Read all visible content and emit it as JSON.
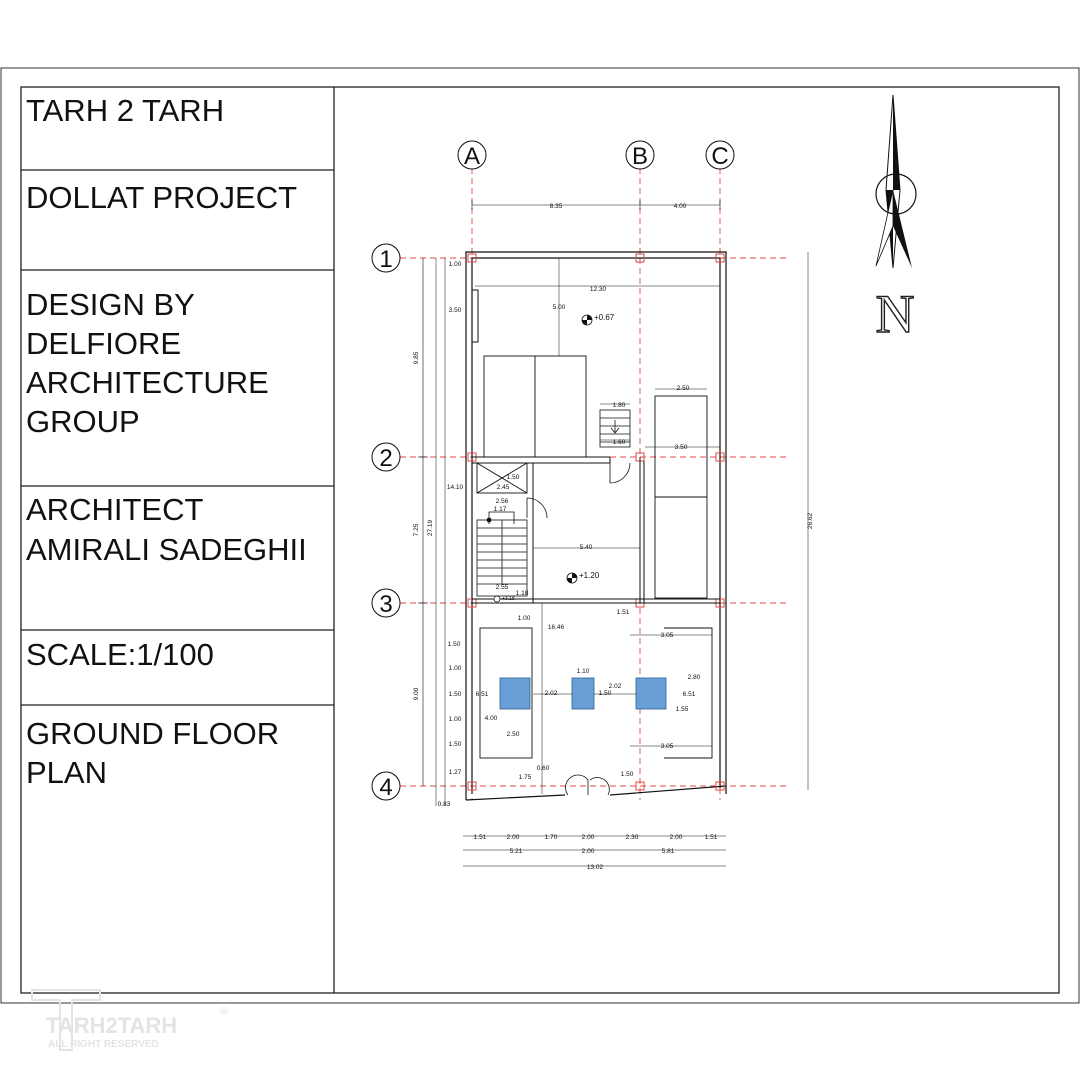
{
  "title_block": {
    "office": "TARH 2 TARH",
    "project": "DOLLAT PROJECT",
    "design_by": [
      "DESIGN BY",
      "DELFIORE",
      "ARCHITECTURE",
      "GROUP"
    ],
    "architect": [
      "ARCHITECT",
      "AMIRALI SADEGHII"
    ],
    "scale": "SCALE:1/100",
    "drawing": [
      "GROUND FLOOR",
      "PLAN"
    ]
  },
  "grid": {
    "columns": [
      "A",
      "B",
      "C"
    ],
    "rows": [
      "1",
      "2",
      "3",
      "4"
    ],
    "column_spacing": [
      "8.35",
      "4.00"
    ],
    "row_spacing": [
      "9.85",
      "7.25",
      "9.00"
    ]
  },
  "north_label": "N",
  "levels": [
    "+0.67",
    "+1.20"
  ],
  "dimensions": {
    "overall_width": "13.02",
    "overall_length_right": "26.62",
    "overall_length_left": "27.19",
    "bottom_row_1": [
      "1.51",
      "2.00",
      "1.70",
      "2.00",
      "2.30",
      "2.00",
      "1.51"
    ],
    "bottom_row_2": [
      "5.21",
      "2.00",
      "5.81"
    ],
    "left_upper": [
      "1.00",
      "3.50"
    ],
    "left_stack": [
      "1.50",
      "1.00",
      "1.50",
      "1.00",
      "1.50",
      "1.27",
      "0.83"
    ],
    "left_mid": "14.10",
    "top_width": "12.30",
    "top_depth": "5.00",
    "stair_dims": [
      "1.80",
      "1.60"
    ],
    "right_block": [
      "2.50",
      "3.50"
    ],
    "stair_core": [
      "1.50",
      "2.45",
      "2.56",
      "1.17",
      "2.55",
      "1.18"
    ],
    "mid_span": "5.40",
    "mid_length": "16.46",
    "lower": [
      "1.51",
      "3.05",
      "2.80",
      "6.51",
      "1.55",
      "3.05",
      "1.50",
      "1.00",
      "1.10",
      "2.02",
      "2.02",
      "1.50",
      "6.51",
      "4.00",
      "2.50",
      "0.60",
      "1.75",
      "1.50"
    ],
    "small_label": "+3.18"
  },
  "watermark": {
    "brand": "TARH2TARH",
    "tagline": "ALL RIGHT RESERVED",
    "mark": "®"
  },
  "colors": {
    "grid_line": "#e04848",
    "column_box": "#6aa0d8",
    "ink": "#111111"
  }
}
